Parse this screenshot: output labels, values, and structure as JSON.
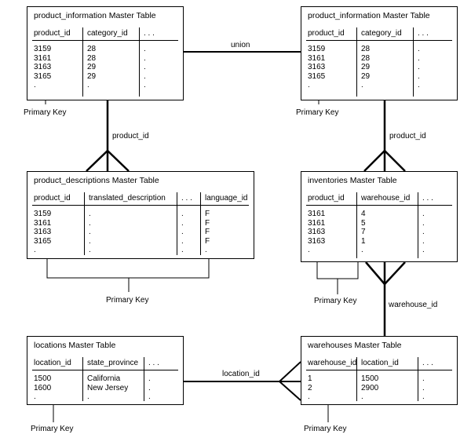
{
  "tables": [
    {
      "id": "pi-left",
      "title": "product_information Master Table",
      "columns": [
        "product_id",
        "category_id",
        ". . ."
      ],
      "rows": [
        [
          "3159",
          "28",
          "."
        ],
        [
          "3161",
          "28",
          "."
        ],
        [
          "3163",
          "29",
          "."
        ],
        [
          "3165",
          "29",
          "."
        ],
        [
          ".",
          ".",
          "."
        ]
      ]
    },
    {
      "id": "pi-right",
      "title": "product_information Master Table",
      "columns": [
        "product_id",
        "category_id",
        ". . ."
      ],
      "rows": [
        [
          "3159",
          "28",
          "."
        ],
        [
          "3161",
          "28",
          "."
        ],
        [
          "3163",
          "29",
          "."
        ],
        [
          "3165",
          "29",
          "."
        ],
        [
          ".",
          ".",
          "."
        ]
      ]
    },
    {
      "id": "pd",
      "title": "product_descriptions Master Table",
      "columns": [
        "product_id",
        "translated_description",
        ". . .",
        "language_id"
      ],
      "rows": [
        [
          "3159",
          ".",
          ".",
          "F"
        ],
        [
          "3161",
          ".",
          ".",
          "F"
        ],
        [
          "3163",
          ".",
          ".",
          "F"
        ],
        [
          "3165",
          ".",
          ".",
          "F"
        ],
        [
          ".",
          ".",
          ".",
          "."
        ]
      ]
    },
    {
      "id": "inv",
      "title": "inventories Master Table",
      "columns": [
        "product_id",
        "warehouse_id",
        ". . ."
      ],
      "rows": [
        [
          "3161",
          "4",
          "."
        ],
        [
          "3161",
          "5",
          "."
        ],
        [
          "3163",
          "7",
          "."
        ],
        [
          "3163",
          "1",
          "."
        ],
        [
          ".",
          ".",
          "."
        ]
      ]
    },
    {
      "id": "loc",
      "title": "locations Master Table",
      "columns": [
        "location_id",
        "state_province",
        ". . ."
      ],
      "rows": [
        [
          "1500",
          "California",
          "."
        ],
        [
          "1600",
          "New Jersey",
          "."
        ],
        [
          ".",
          ".",
          "."
        ]
      ]
    },
    {
      "id": "wh",
      "title": "warehouses Master Table",
      "columns": [
        "warehouse_id",
        "location_id",
        ". . ."
      ],
      "rows": [
        [
          "1",
          "1500",
          "."
        ],
        [
          "2",
          "2900",
          "."
        ],
        [
          ".",
          ".",
          "."
        ]
      ]
    }
  ],
  "connectors": {
    "union": "union",
    "product_id_left": "product_id",
    "product_id_right": "product_id",
    "warehouse_id": "warehouse_id",
    "location_id": "location_id"
  },
  "primary_key_labels": {
    "pi_left": "Primary Key",
    "pi_right": "Primary Key",
    "pd": "Primary Key",
    "inv": "Primary Key",
    "loc": "Primary Key",
    "wh": "Primary Key"
  }
}
